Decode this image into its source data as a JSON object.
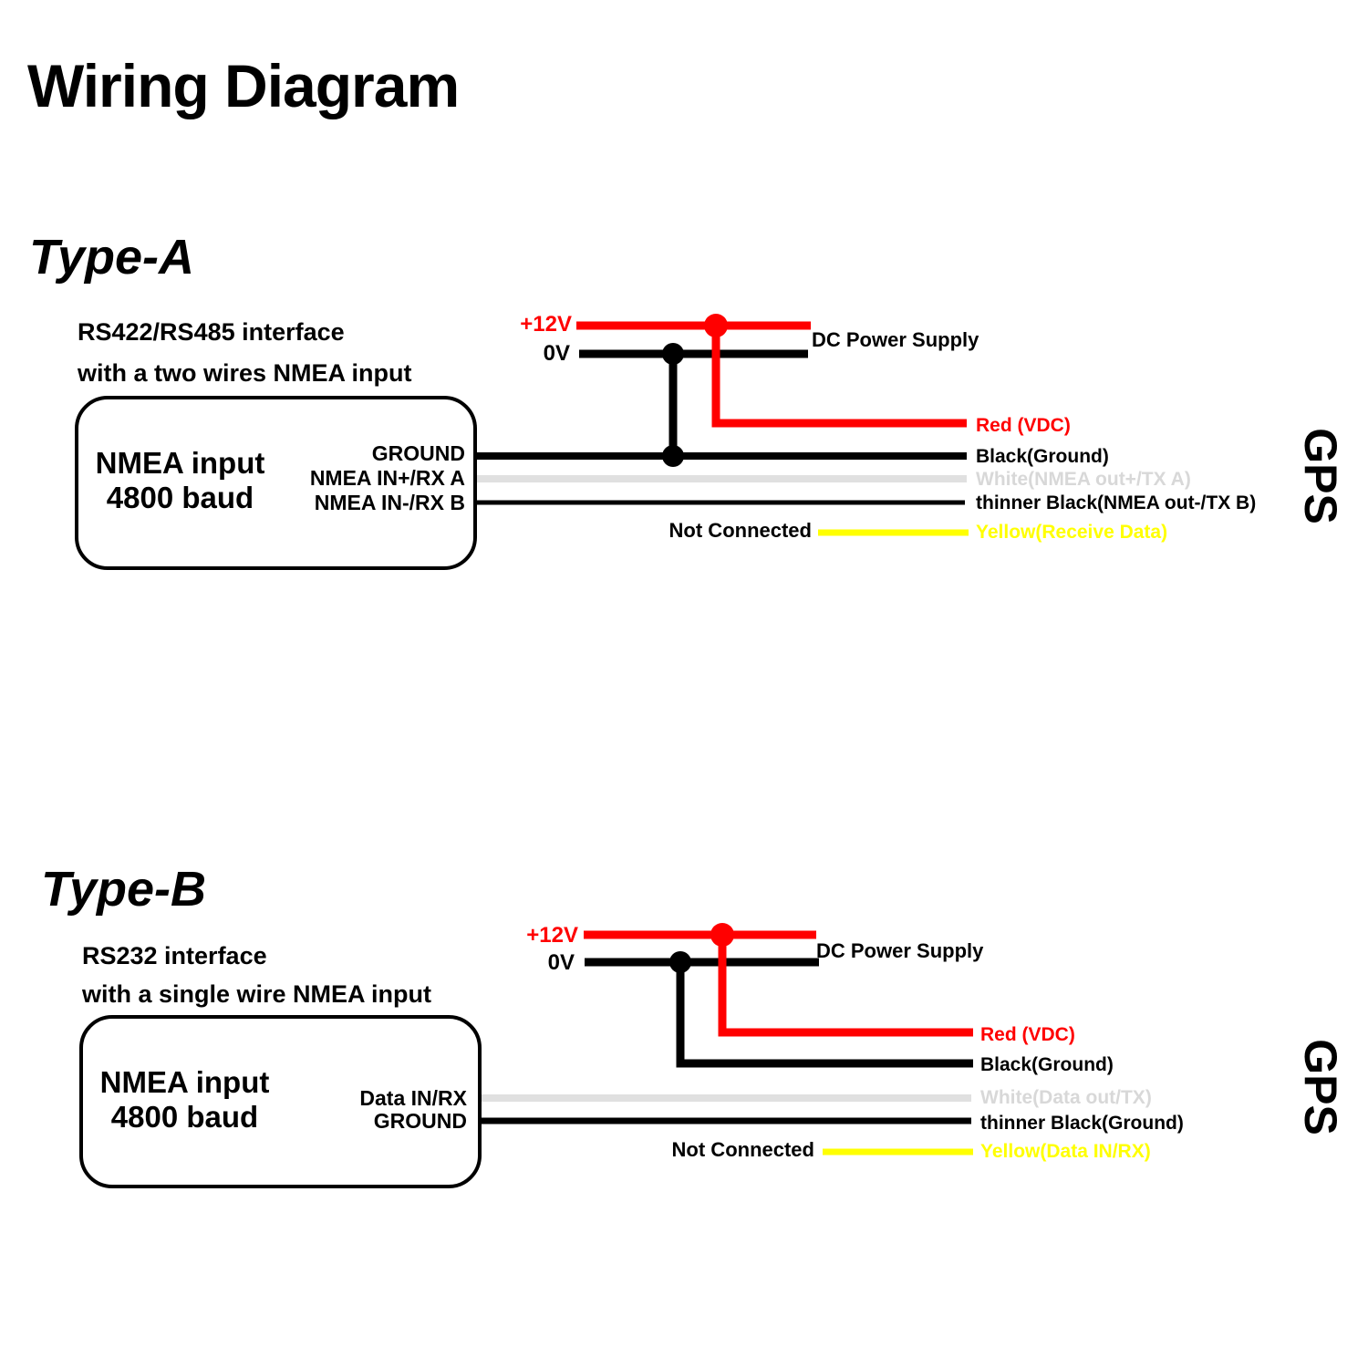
{
  "title": "Wiring Diagram",
  "colors": {
    "red": "#ff0000",
    "black": "#000000",
    "white_wire": "#e0e0e0",
    "yellow": "#ffff00"
  },
  "type_a": {
    "heading": "Type-A",
    "interface_line1": "RS422/RS485 interface",
    "interface_line2": "with a two wires NMEA input",
    "box": {
      "line1": "NMEA input",
      "line2": "4800 baud",
      "pins": [
        "GROUND",
        "NMEA IN+/RX A",
        "NMEA IN-/RX B"
      ]
    },
    "power": {
      "plus": "+12V",
      "zero": "0V",
      "label": "DC Power Supply"
    },
    "not_connected": "Not Connected",
    "wire_labels": {
      "red": "Red (VDC)",
      "black": "Black(Ground)",
      "white": "White(NMEA out+/TX A)",
      "thin_black": "thinner Black(NMEA out-/TX B)",
      "yellow": "Yellow(Receive Data)"
    },
    "device": "GPS"
  },
  "type_b": {
    "heading": "Type-B",
    "interface_line1": "RS232 interface",
    "interface_line2": "with a single wire NMEA input",
    "box": {
      "line1": "NMEA input",
      "line2": "4800 baud",
      "pins": [
        "Data IN/RX",
        "GROUND"
      ]
    },
    "power": {
      "plus": "+12V",
      "zero": "0V",
      "label": "DC Power Supply"
    },
    "not_connected": "Not Connected",
    "wire_labels": {
      "red": "Red (VDC)",
      "black": "Black(Ground)",
      "white": "White(Data out/TX)",
      "thin_black": "thinner Black(Ground)",
      "yellow": "Yellow(Data IN/RX)"
    },
    "device": "GPS"
  }
}
